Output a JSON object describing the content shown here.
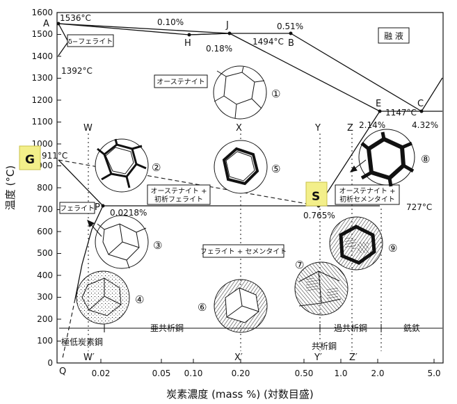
{
  "axes": {
    "y_label": "温度 (°C)",
    "x_label": "炭素濃度 (mass %) (対数目盛)",
    "y_ticks": [
      "1600",
      "1500",
      "1400",
      "1300",
      "1200",
      "1100",
      "1000",
      "900",
      "800",
      "700",
      "600",
      "500",
      "400",
      "300",
      "200",
      "100",
      "0"
    ],
    "x_ticks": [
      "0.02",
      "0.05",
      "0.10",
      "0.20",
      "0.50",
      "1.0",
      "2.0",
      "5.0"
    ],
    "origin": "Q"
  },
  "points": {
    "A": "A",
    "H": "H",
    "J": "J",
    "B": "B",
    "E": "E",
    "C": "C",
    "G": "G",
    "P": "P",
    "S": "S",
    "W": "W",
    "X": "X",
    "Y": "Y",
    "Z": "Z",
    "W2": "W′",
    "X2": "X′",
    "Y2": "Y′",
    "Z2": "Z′"
  },
  "values": {
    "t1536": "1536°C",
    "c010": "0.10%",
    "c051": "0.51%",
    "c018": "0.18%",
    "t1494": "1494°C",
    "t1392": "1392°C",
    "t1147": "1147°C",
    "c214": "2.14%",
    "c432": "4.32%",
    "t911": "911°C",
    "c00218": "0.0218%",
    "t727": "727°C",
    "c0765": "0.765%"
  },
  "regions": {
    "liquid": "融 液",
    "delta_ferrite": "δ−フェライト",
    "austenite": "オーステナイト",
    "aus_ferrite_1": "オーステナイト +",
    "aus_ferrite_2": "初析フェライト",
    "aus_cementite_1": "オーステナイト +",
    "aus_cementite_2": "初析セメンタイト",
    "ferrite": "フェライト",
    "ferrite_cementite": "フェライト + セメンタイト"
  },
  "classes": {
    "very_low": "極低炭素鋼",
    "hypo": "亜共析鋼",
    "eutectoid": "共析鋼",
    "hyper": "過共析鋼",
    "cast_iron": "銑鉄"
  },
  "micro_labels": [
    "①",
    "②",
    "③",
    "④",
    "⑤",
    "⑥",
    "⑦",
    "⑧",
    "⑨"
  ],
  "colors": {
    "highlight": "#f3ef8a",
    "line": "#111111"
  }
}
